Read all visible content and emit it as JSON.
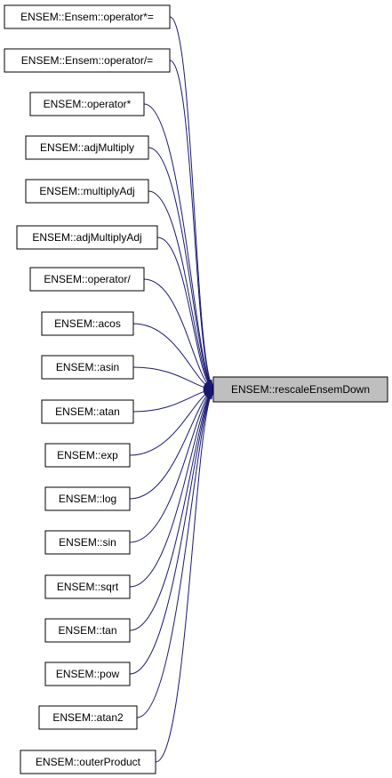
{
  "graph": {
    "target": {
      "label": "ENSEM::rescaleEnsemDown"
    },
    "callers": [
      {
        "label": "ENSEM::Ensem::operator*="
      },
      {
        "label": "ENSEM::Ensem::operator/="
      },
      {
        "label": "ENSEM::operator*"
      },
      {
        "label": "ENSEM::adjMultiply"
      },
      {
        "label": "ENSEM::multiplyAdj"
      },
      {
        "label": "ENSEM::adjMultiplyAdj"
      },
      {
        "label": "ENSEM::operator/"
      },
      {
        "label": "ENSEM::acos"
      },
      {
        "label": "ENSEM::asin"
      },
      {
        "label": "ENSEM::atan"
      },
      {
        "label": "ENSEM::exp"
      },
      {
        "label": "ENSEM::log"
      },
      {
        "label": "ENSEM::sin"
      },
      {
        "label": "ENSEM::sqrt"
      },
      {
        "label": "ENSEM::tan"
      },
      {
        "label": "ENSEM::pow"
      },
      {
        "label": "ENSEM::atan2"
      },
      {
        "label": "ENSEM::outerProduct"
      }
    ],
    "colors": {
      "edge": "#191970",
      "target_fill": "#bfbfbf",
      "node_fill": "#ffffff"
    }
  }
}
